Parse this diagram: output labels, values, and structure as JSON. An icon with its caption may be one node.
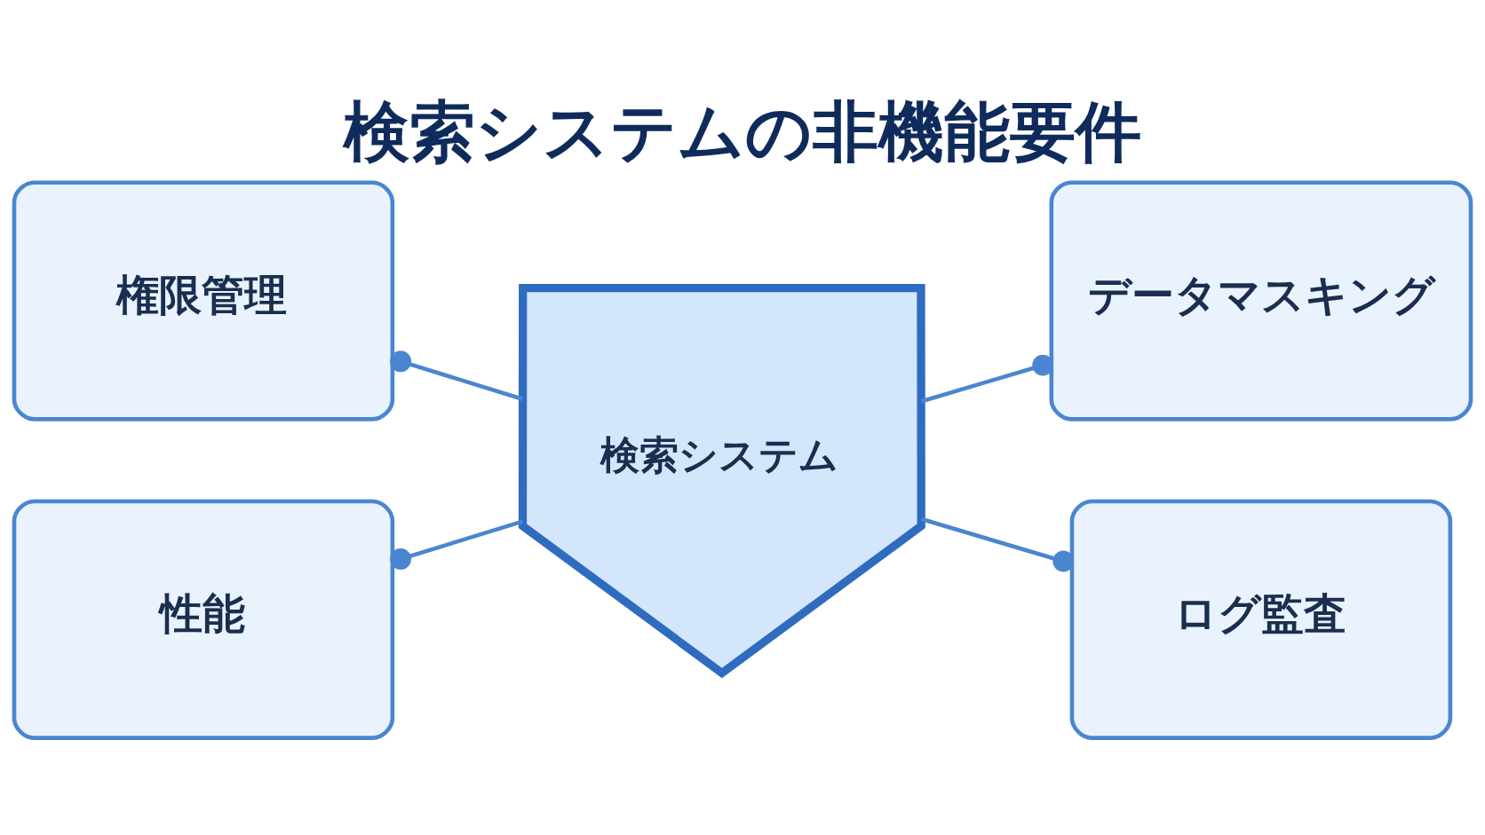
{
  "diagram": {
    "title": "検索システムの非機能要件",
    "nodes": [
      {
        "text": [
          "権限管理"
        ]
      },
      {
        "text": [
          "検索システム"
        ]
      },
      {
        "text": [
          "データマスキング"
        ]
      },
      {
        "text": [
          "性能"
        ]
      },
      {
        "text": [
          "ログ監査"
        ]
      }
    ],
    "edges": [
      {
        "from": 0,
        "to": 1,
        "arrow": "other"
      },
      {
        "from": 1,
        "to": 2,
        "arrow": "other"
      },
      {
        "from": 3,
        "to": 1,
        "arrow": "other"
      },
      {
        "from": 1,
        "to": 4,
        "arrow": "other"
      }
    ]
  }
}
